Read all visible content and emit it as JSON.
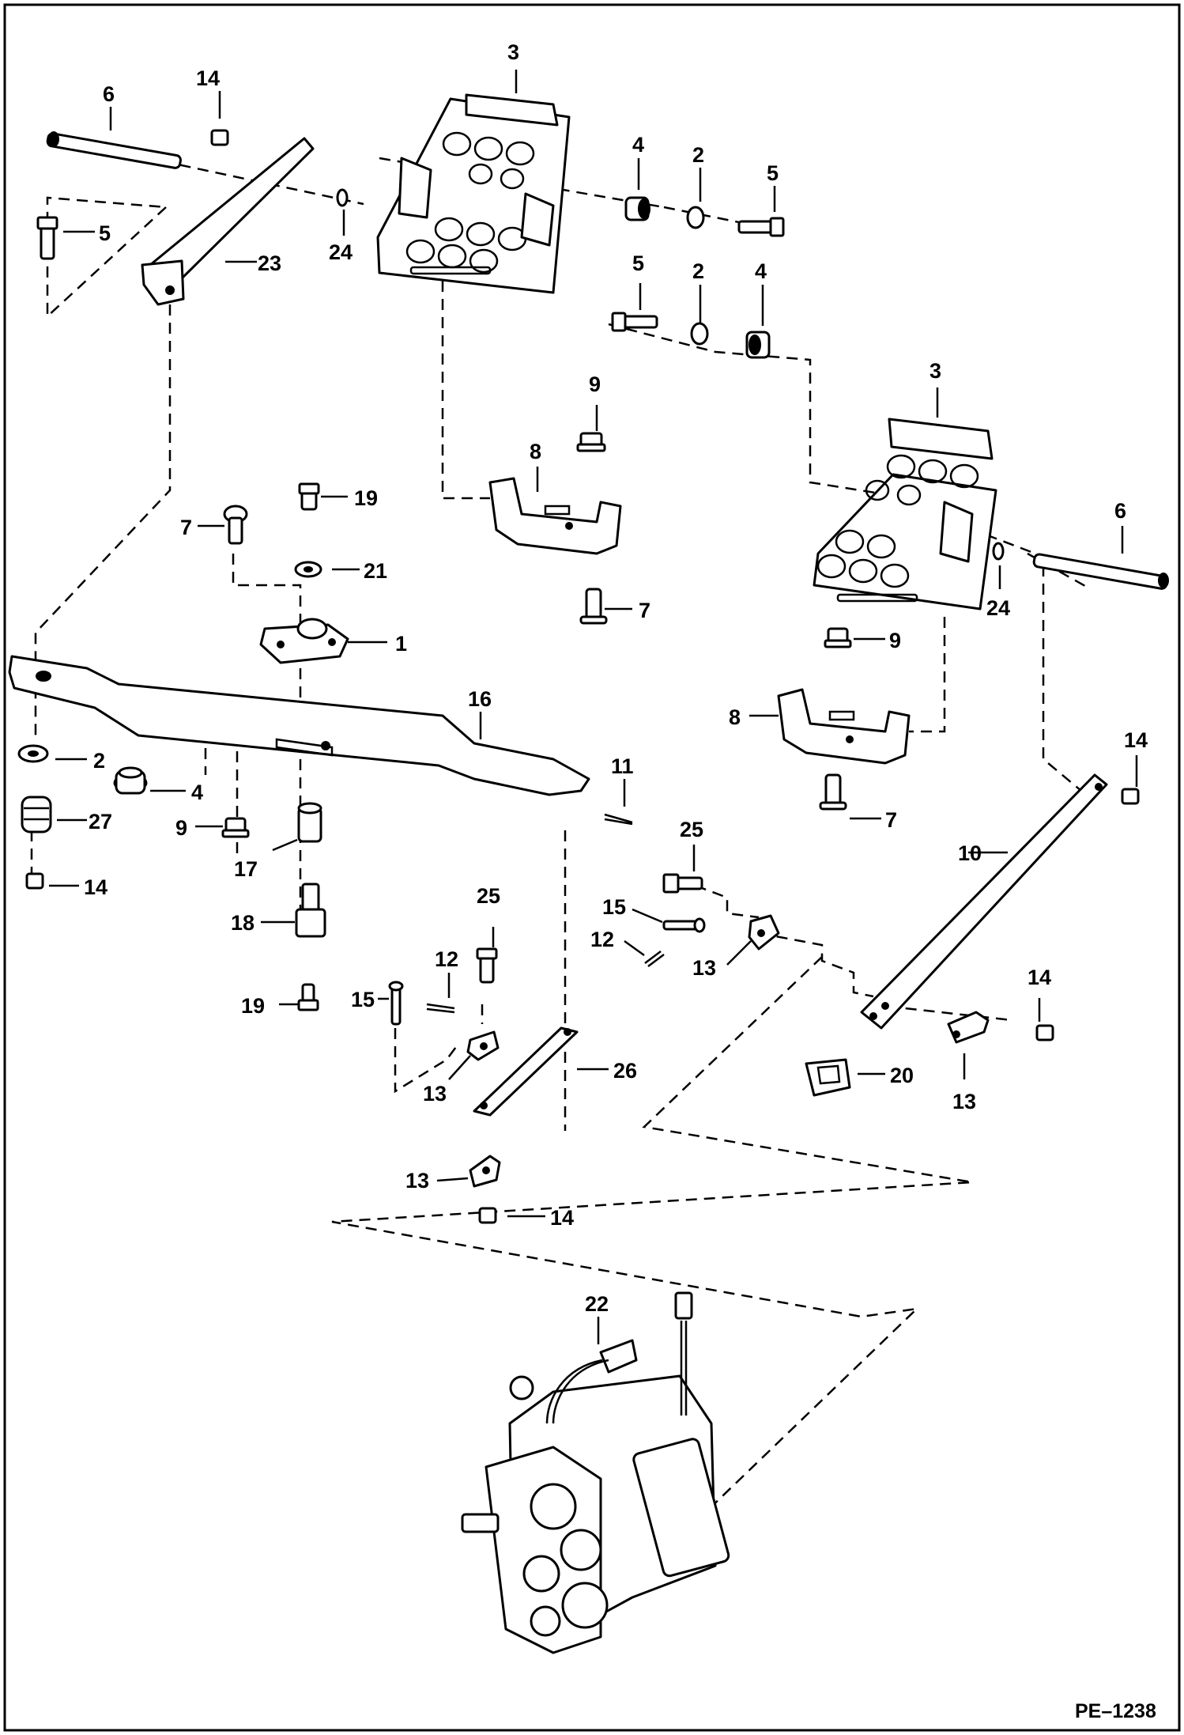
{
  "diagram": {
    "drawing_code": "PE–1238",
    "callouts": [
      "1",
      "2",
      "3",
      "4",
      "5",
      "6",
      "7",
      "8",
      "9",
      "10",
      "11",
      "12",
      "13",
      "14",
      "15",
      "16",
      "17",
      "18",
      "19",
      "20",
      "21",
      "22",
      "23",
      "24",
      "25",
      "26",
      "27"
    ],
    "border_color": "#000000",
    "background_color": "#ffffff"
  }
}
